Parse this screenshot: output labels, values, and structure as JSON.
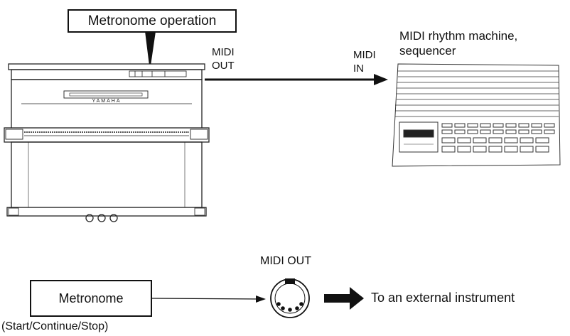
{
  "top_diagram": {
    "callout_label": "Metronome operation",
    "midi_out_label": [
      "MIDI",
      "OUT"
    ],
    "midi_in_label": [
      "MIDI",
      "IN"
    ],
    "device_label": [
      "MIDI rhythm machine,",
      "sequencer"
    ],
    "piano_brand": "YAMAHA"
  },
  "bottom_diagram": {
    "metronome_label": "Metronome",
    "metronome_sub": "(Start/Continue/Stop)",
    "midi_out_label": "MIDI OUT",
    "destination_label": "To an external instrument"
  },
  "colors": {
    "ink": "#111111",
    "paper": "#ffffff"
  }
}
